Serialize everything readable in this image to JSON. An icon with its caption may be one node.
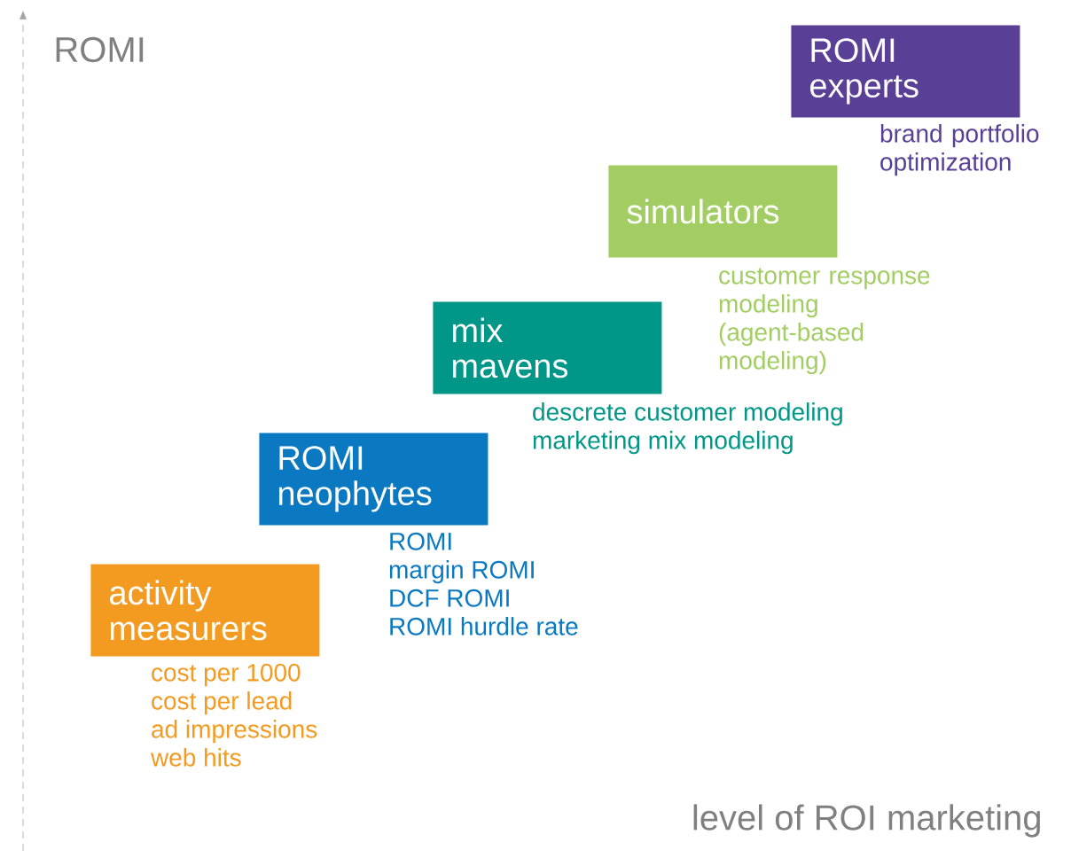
{
  "diagram": {
    "nodes": [
      {
        "text": [
          "activity measurers"
        ],
        "beside": [
          "cost per 1000",
          "cost per lead",
          "ad impressions",
          "web hits"
        ]
      },
      {
        "text": [
          "ROMI neophytes"
        ],
        "beside": [
          "ROMI",
          "margin ROMI",
          "DCF ROMI",
          "ROMI hurdle rate"
        ]
      },
      {
        "text": [
          "mix mavens"
        ],
        "beside": [
          "descrete customer modeling",
          "marketing mix modeling"
        ]
      },
      {
        "text": [
          "simulators"
        ],
        "beside": [
          "customer response modeling",
          "(agent-based modeling)"
        ]
      },
      {
        "text": [
          "ROMI experts"
        ],
        "beside": [
          "brand portfolio optimization"
        ]
      }
    ],
    "labels": [
      "ROMI",
      "level of ROI marketing"
    ]
  }
}
